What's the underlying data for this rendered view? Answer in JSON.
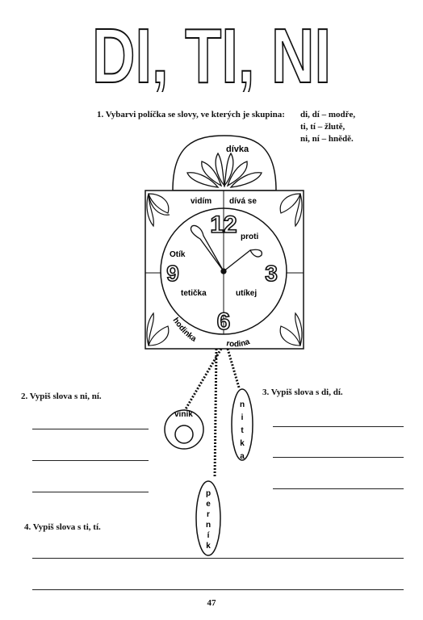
{
  "title": "DI, TI, NI",
  "task1": {
    "text": "1. Vybarvi políčka se slovy, ve kterých je skupina:",
    "legend": [
      "di, dí  – modře,",
      "ti, tí  – žlutě,",
      "ni, ní  – hnědě."
    ]
  },
  "clock": {
    "top_word": "dívka",
    "frame_top_left": "vidím",
    "frame_top_right": "dívá se",
    "numbers": {
      "twelve": "12",
      "nine": "9",
      "three": "3",
      "six": "6"
    },
    "face_words": {
      "upper_left": "Otík",
      "upper_right": "proti",
      "lower_left": "tetička",
      "lower_right": "utíkej"
    },
    "bottom_left": "hodinka",
    "bottom_right": "rodina"
  },
  "pendulums": {
    "left": "viník",
    "right_letters": [
      "n",
      "i",
      "t",
      "k",
      "a"
    ],
    "bottom_letters": [
      "p",
      "e",
      "r",
      "n",
      "í",
      "k"
    ]
  },
  "task2": "2. Vypiš slova s ni, ní.",
  "task3": "3. Vypiš slova s di, dí.",
  "task4": "4. Vypiš slova s ti, tí.",
  "page_number": "47"
}
